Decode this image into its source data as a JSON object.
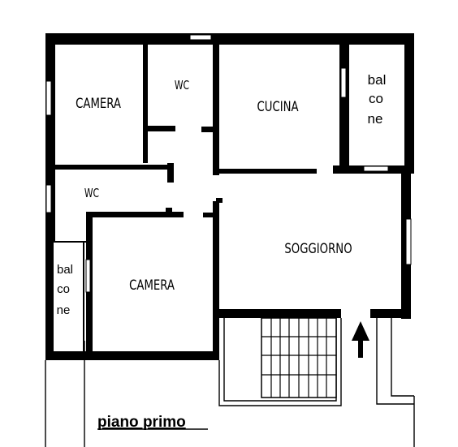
{
  "plan": {
    "title": "piano primo",
    "rooms": {
      "camera_top": "CAMERA",
      "wc_top": "WC",
      "cucina": "CUCINA",
      "wc_left": "WC",
      "soggiorno": "SOGGIORNO",
      "camera_bottom": "CAMERA"
    },
    "balcony_right": [
      "bal",
      "co",
      "ne"
    ],
    "balcony_left": [
      "bal",
      "co",
      "ne"
    ],
    "entrance_arrow": "arrow-up-icon"
  }
}
